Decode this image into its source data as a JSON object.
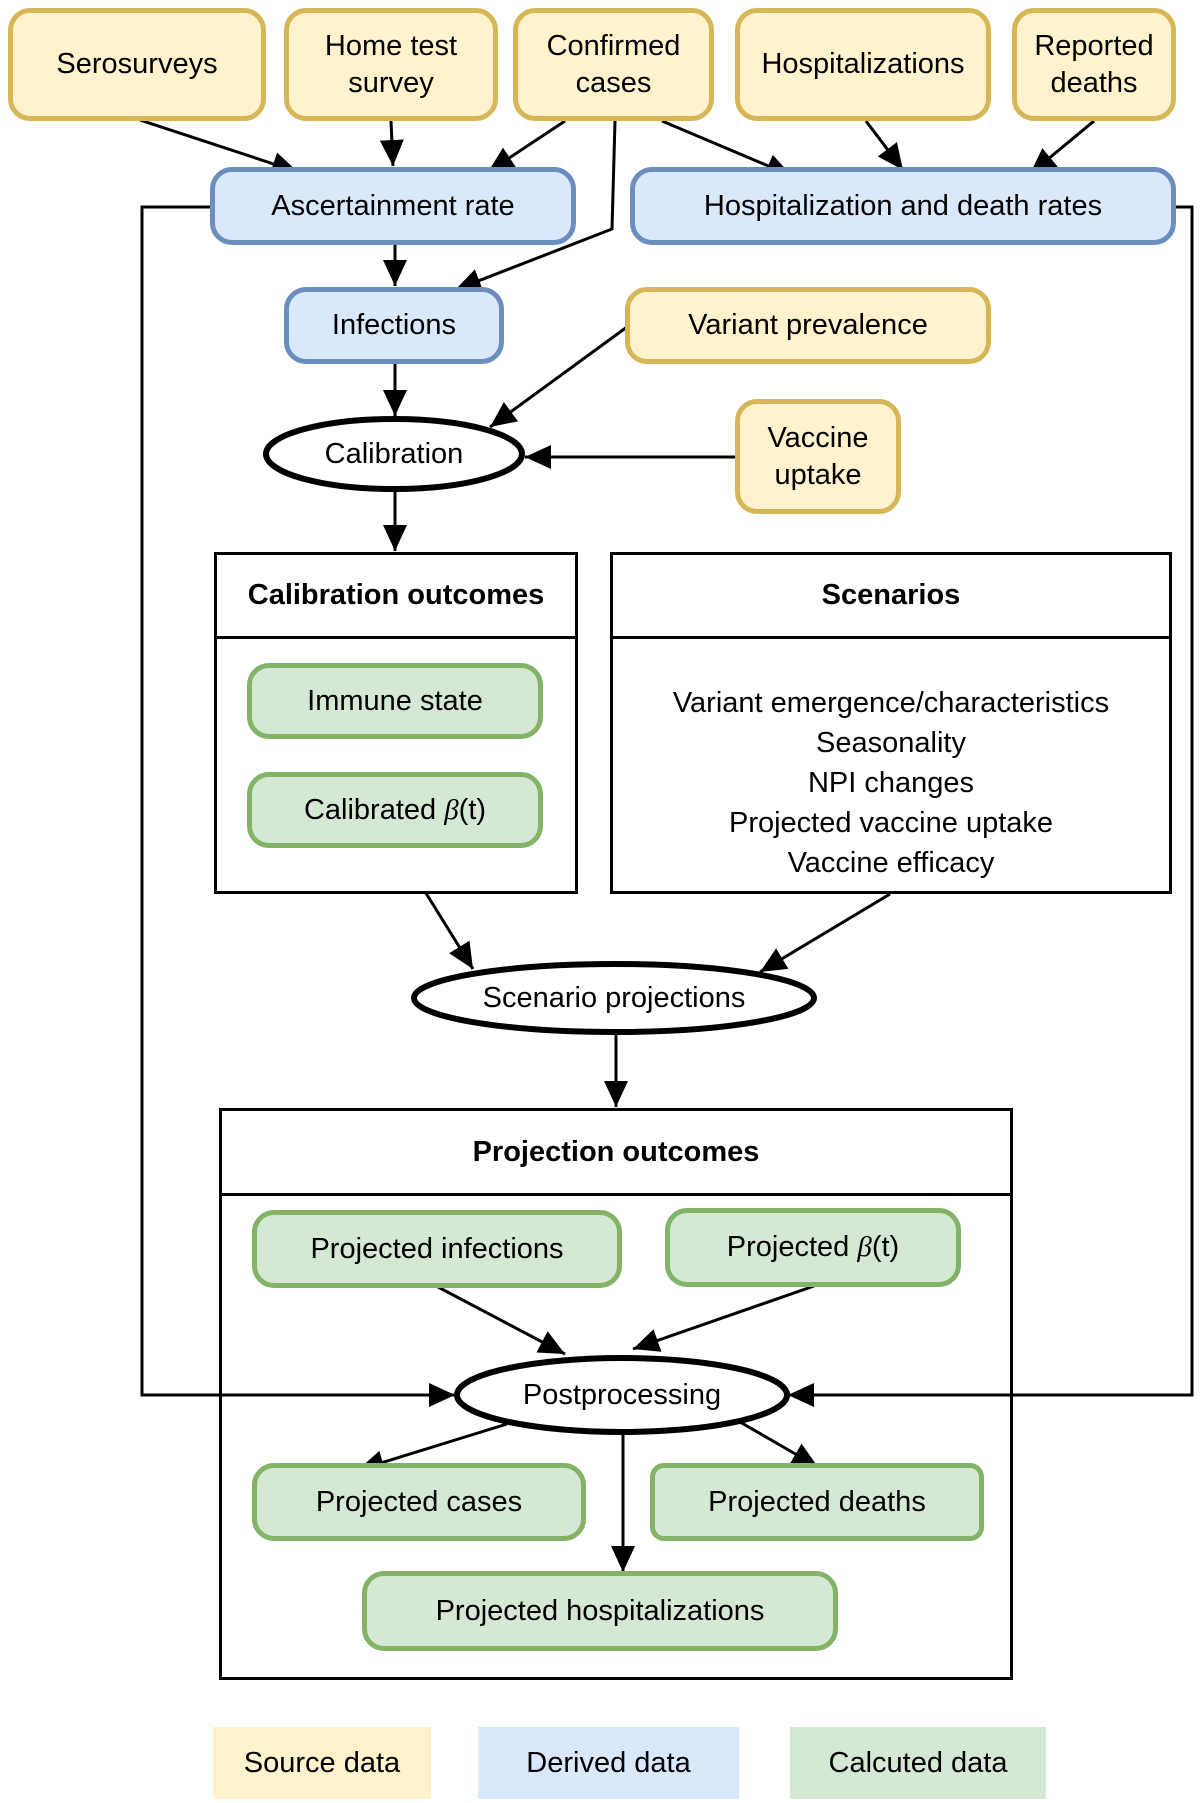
{
  "source_nodes": {
    "serosurveys": "Serosurveys",
    "home_test_survey": "Home test\nsurvey",
    "confirmed_cases": "Confirmed\ncases",
    "hospitalizations": "Hospitalizations",
    "reported_deaths": "Reported\ndeaths",
    "variant_prevalence": "Variant prevalence",
    "vaccine_uptake": "Vaccine\nuptake"
  },
  "derived_nodes": {
    "ascertainment_rate": "Ascertainment rate",
    "hosp_death_rates": "Hospitalization and death rates",
    "infections": "Infections"
  },
  "processes": {
    "calibration": "Calibration",
    "scenario_projections": "Scenario projections",
    "postprocessing": "Postprocessing"
  },
  "calibration_outcomes": {
    "title": "Calibration outcomes",
    "immune_state": "Immune state",
    "calibrated_beta_prefix": "Calibrated ",
    "beta_symbol": "β",
    "beta_suffix": "(t)"
  },
  "scenarios": {
    "title": "Scenarios",
    "items": [
      "Variant emergence/characteristics",
      "Seasonality",
      "NPI changes",
      "Projected vaccine uptake",
      "Vaccine efficacy"
    ]
  },
  "projection_outcomes": {
    "title": "Projection outcomes",
    "projected_infections": "Projected infections",
    "projected_beta_prefix": "Projected ",
    "beta_symbol": "β",
    "beta_suffix": "(t)",
    "projected_cases": "Projected cases",
    "projected_deaths": "Projected deaths",
    "projected_hospitalizations": "Projected hospitalizations"
  },
  "legend": {
    "source": "Source data",
    "derived": "Derived data",
    "calculated": "Calcuted data"
  },
  "colors": {
    "source_fill": "#fff2cc",
    "source_border": "#d6b656",
    "derived_fill": "#dae8fc",
    "derived_border": "#6c8ebf",
    "calculated_fill": "#d5e8d4",
    "calculated_border": "#82b366"
  }
}
